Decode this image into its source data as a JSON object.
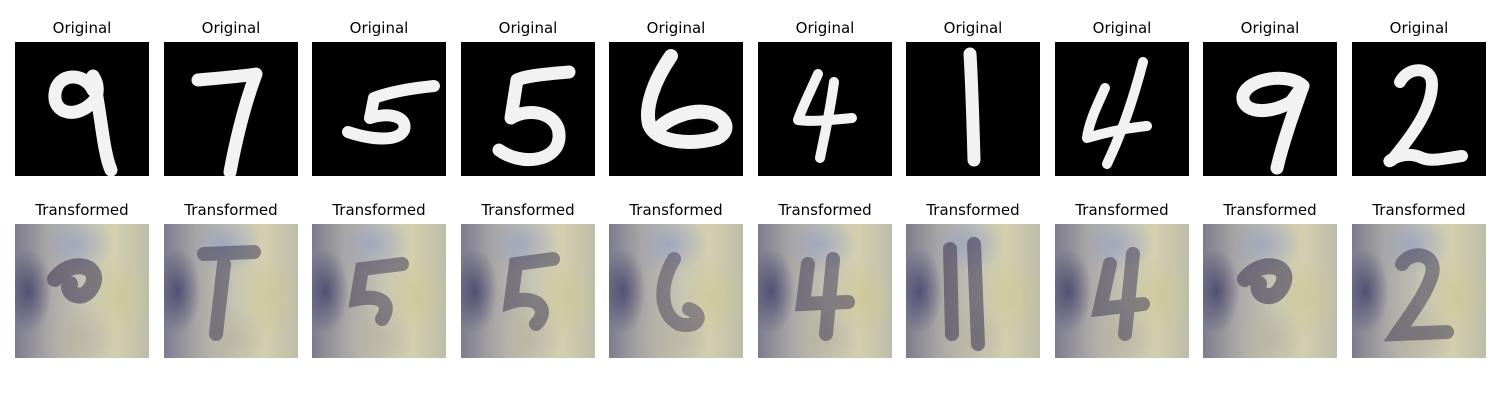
{
  "rows": {
    "top_title": "Original",
    "bottom_title": "Transformed"
  },
  "panels": [
    {
      "digit": "9",
      "original_title": "Original",
      "transformed_title": "Transformed"
    },
    {
      "digit": "7",
      "original_title": "Original",
      "transformed_title": "Transformed"
    },
    {
      "digit": "5",
      "original_title": "Original",
      "transformed_title": "Transformed"
    },
    {
      "digit": "5",
      "original_title": "Original",
      "transformed_title": "Transformed"
    },
    {
      "digit": "6",
      "original_title": "Original",
      "transformed_title": "Transformed"
    },
    {
      "digit": "4",
      "original_title": "Original",
      "transformed_title": "Transformed"
    },
    {
      "digit": "1",
      "original_title": "Original",
      "transformed_title": "Transformed"
    },
    {
      "digit": "4",
      "original_title": "Original",
      "transformed_title": "Transformed"
    },
    {
      "digit": "9",
      "original_title": "Original",
      "transformed_title": "Transformed"
    },
    {
      "digit": "2",
      "original_title": "Original",
      "transformed_title": "Transformed"
    }
  ],
  "colors": {
    "original_background": "#000000",
    "digit_stroke": "#f2f2f2",
    "transformed_tones": [
      "#7d7c8f",
      "#a9a7a5",
      "#c8c6b4",
      "#d3cfae",
      "#3a3350"
    ]
  }
}
